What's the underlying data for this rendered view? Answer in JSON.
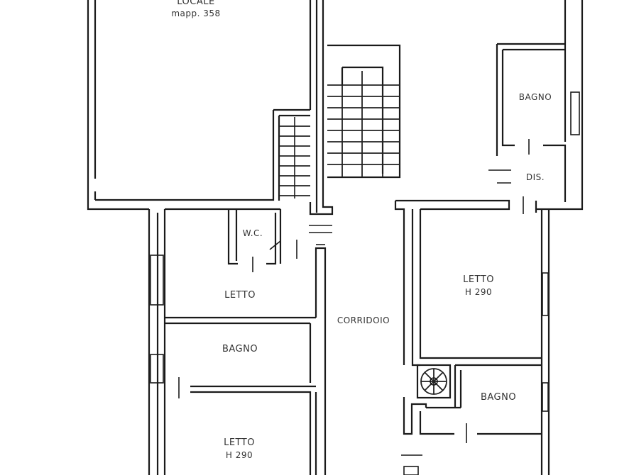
{
  "rooms": {
    "top_room_name": "LOCALE",
    "top_room_ref": "mapp. 358",
    "bagno_top": "BAGNO",
    "dis": "DIS.",
    "wc": "W.C.",
    "letto_left": "LETTO",
    "bagno_left": "BAGNO",
    "corridoio": "CORRIDOIO",
    "letto_right": "LETTO",
    "letto_right_h": "H 290",
    "bagno_right": "BAGNO",
    "letto_bottom": "LETTO",
    "letto_bottom_h": "H 290"
  }
}
